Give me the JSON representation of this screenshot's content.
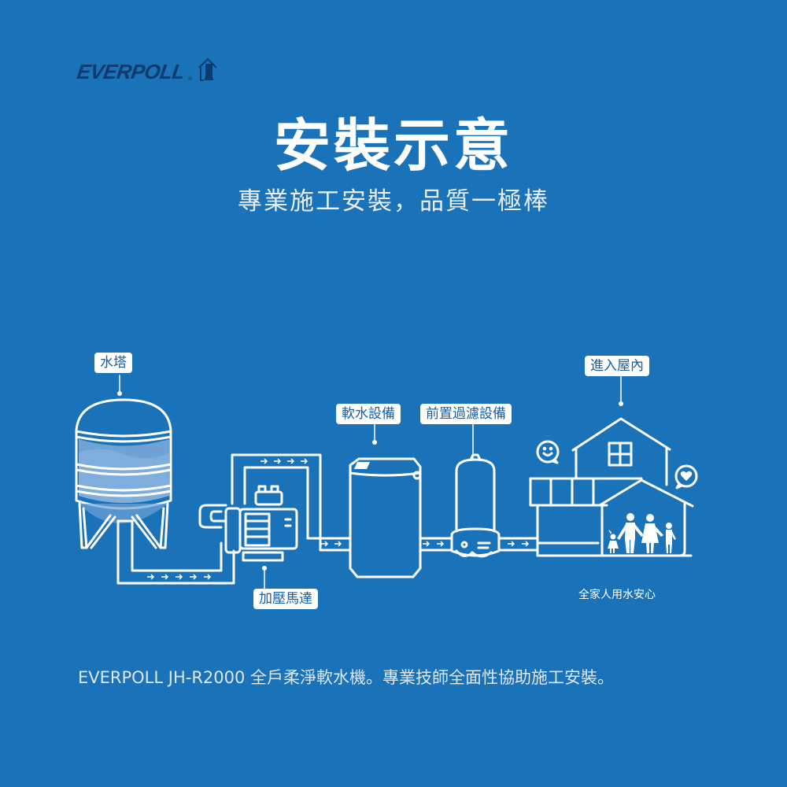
{
  "brand": {
    "name": "EVERPOLL",
    "logo_icon": "house-filter-icon",
    "logo_color": "#0f3a6e"
  },
  "header": {
    "title": "安裝示意",
    "subtitle": "專業施工安裝，品質一極棒"
  },
  "diagram": {
    "labels": {
      "water_tower": "水塔",
      "booster_pump": "加壓馬達",
      "water_softener": "軟水設備",
      "pre_filter": "前置過濾設備",
      "enter_house": "進入屋內"
    },
    "caption": "全家人用水安心",
    "flow_arrow": "→",
    "icons": [
      "water-tower-icon",
      "booster-pump-icon",
      "water-softener-icon",
      "pre-filter-icon",
      "house-icon",
      "family-icon",
      "smile-bubble-icon",
      "heart-bubble-icon"
    ]
  },
  "footer": {
    "text": "EVERPOLL JH-R2000 全戶柔淨軟水機。專業技師全面性協助施工安裝。"
  },
  "colors": {
    "background": "#1a72b8",
    "line": "#ffffff",
    "water": "#6fa3d6",
    "label_text": "#1a5fa0"
  }
}
